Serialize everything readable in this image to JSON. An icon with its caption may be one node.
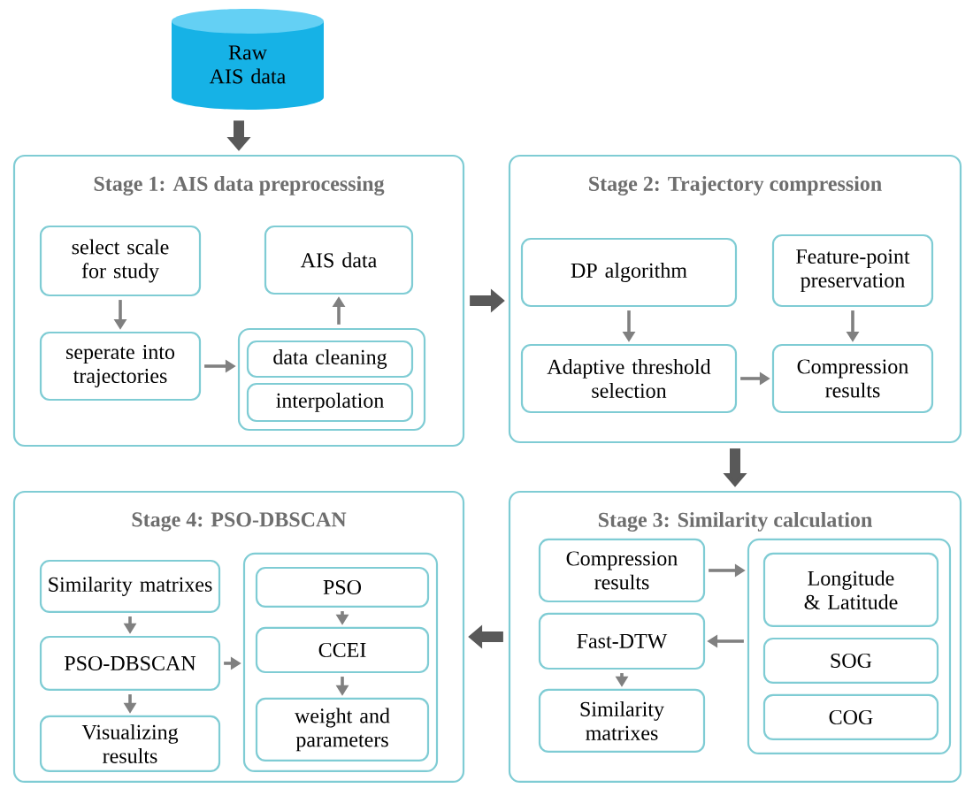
{
  "diagram": {
    "nodes": [
      {
        "text": [
          "Raw AIS data"
        ]
      },
      {
        "text": [
          "Stage 1: AIS data preprocessing"
        ]
      },
      {
        "text": [
          "select scale for study"
        ],
        "in": 1
      },
      {
        "text": [
          "seperate into trajectories"
        ],
        "in": 1
      },
      {
        "text": [
          "AIS data"
        ],
        "in": 1
      },
      {
        "text": [],
        "shape": "box",
        "in": 1
      },
      {
        "text": [
          "data cleaning"
        ],
        "in": 5
      },
      {
        "text": [
          "interpolation"
        ],
        "in": 5
      },
      {
        "text": [
          "Stage 2: Trajectory compression"
        ]
      },
      {
        "text": [
          "DP algorithm"
        ],
        "in": 8
      },
      {
        "text": [
          "Feature-point preservation"
        ],
        "in": 8
      },
      {
        "text": [
          "Adaptive threshold selection"
        ],
        "in": 8
      },
      {
        "text": [
          "Compression results"
        ],
        "in": 8
      },
      {
        "text": [
          "Stage 3: Similarity calculation"
        ]
      },
      {
        "text": [
          "Compression results"
        ],
        "in": 13
      },
      {
        "text": [],
        "shape": "box",
        "in": 13
      },
      {
        "text": [
          "Longitude & Latitude"
        ],
        "in": 15
      },
      {
        "text": [
          "SOG"
        ],
        "in": 15
      },
      {
        "text": [
          "COG"
        ],
        "in": 15
      },
      {
        "text": [
          "Fast-DTW"
        ],
        "in": 13
      },
      {
        "text": [
          "Similarity matrixes"
        ],
        "in": 13
      },
      {
        "text": [
          "Stage 4: PSO-DBSCAN"
        ]
      },
      {
        "text": [
          "Similarity matrixes"
        ],
        "in": 21
      },
      {
        "text": [
          "PSO-DBSCAN"
        ],
        "in": 21
      },
      {
        "text": [
          "Visualizing results"
        ],
        "in": 21
      },
      {
        "text": [],
        "shape": "box",
        "in": 21
      },
      {
        "text": [
          "PSO"
        ],
        "in": 25
      },
      {
        "text": [
          "CCEI"
        ],
        "in": 25
      },
      {
        "text": [
          "weight and parameters"
        ],
        "in": 25
      }
    ],
    "edges": [
      {
        "from": 0,
        "to": 1,
        "arrow": "to",
        "style": "thick",
        "color": "#595959"
      },
      {
        "from": 2,
        "to": 3,
        "arrow": "to"
      },
      {
        "from": 3,
        "to": 5,
        "arrow": "to"
      },
      {
        "from": 5,
        "to": 4,
        "arrow": "to"
      },
      {
        "from": 1,
        "to": 8,
        "arrow": "to",
        "style": "thick",
        "color": "#595959"
      },
      {
        "from": 9,
        "to": 11,
        "arrow": "to"
      },
      {
        "from": 10,
        "to": 12,
        "arrow": "to"
      },
      {
        "from": 11,
        "to": 12,
        "arrow": "to"
      },
      {
        "from": 8,
        "to": 13,
        "arrow": "to",
        "style": "thick",
        "color": "#595959"
      },
      {
        "from": 14,
        "to": 15,
        "arrow": "to"
      },
      {
        "from": 15,
        "to": 19,
        "arrow": "to"
      },
      {
        "from": 19,
        "to": 20,
        "arrow": "to"
      },
      {
        "from": 13,
        "to": 21,
        "arrow": "to",
        "style": "thick",
        "color": "#595959"
      },
      {
        "from": 22,
        "to": 23,
        "arrow": "to"
      },
      {
        "from": 23,
        "to": 24,
        "arrow": "to"
      },
      {
        "from": 23,
        "to": 25,
        "arrow": "to"
      },
      {
        "from": 26,
        "to": 27,
        "arrow": "to"
      },
      {
        "from": 27,
        "to": 28,
        "arrow": "to"
      }
    ]
  }
}
